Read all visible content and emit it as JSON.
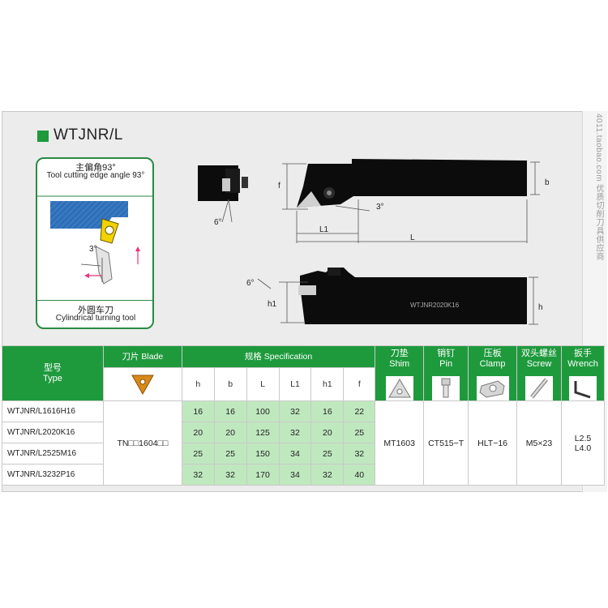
{
  "side_caption": "4011.taobao.com 优质切削刀具供应商",
  "title": "WTJNR/L",
  "angle_panel": {
    "angle_cn": "主偏角93°",
    "angle_en": "Tool cutting edge angle 93°",
    "angle_3": "3°",
    "tool_cn": "外圆车刀",
    "tool_en": "Cylindrical turning tool"
  },
  "drawing": {
    "front_angle": "6°",
    "insert_angle": "3°",
    "label_f": "f",
    "label_b": "b",
    "label_L1": "L1",
    "label_L": "L",
    "side_angle": "6°",
    "label_h1": "h1",
    "label_h": "h",
    "holder_marking": "WTJNR2020K16"
  },
  "table": {
    "header": {
      "type_cn": "型号",
      "type_en": "Type",
      "blade": "刀片 Blade",
      "spec": "规格 Specification",
      "shim_cn": "刀垫",
      "shim_en": "Shim",
      "pin_cn": "销钉",
      "pin_en": "Pin",
      "clamp_cn": "压板",
      "clamp_en": "Clamp",
      "screw_cn": "双头螺丝",
      "screw_en": "Screw",
      "wrench_cn": "扳手",
      "wrench_en": "Wrench"
    },
    "columns": [
      "h",
      "b",
      "L",
      "L1",
      "h1",
      "f"
    ],
    "rows": [
      {
        "model": "WTJNR/L1616H16",
        "values": [
          "16",
          "16",
          "100",
          "32",
          "16",
          "22"
        ]
      },
      {
        "model": "WTJNR/L2020K16",
        "values": [
          "20",
          "20",
          "125",
          "32",
          "20",
          "25"
        ]
      },
      {
        "model": "WTJNR/L2525M16",
        "values": [
          "25",
          "25",
          "150",
          "34",
          "25",
          "32"
        ]
      },
      {
        "model": "WTJNR/L3232P16",
        "values": [
          "32",
          "32",
          "170",
          "34",
          "32",
          "40"
        ]
      }
    ],
    "blade_spec": "TN□□1604□□",
    "shim": "MT1603",
    "pin": "CT515−T",
    "clamp": "HLT−16",
    "screw": "M5×23",
    "wrench_1": "L2.5",
    "wrench_2": "L4.0"
  }
}
